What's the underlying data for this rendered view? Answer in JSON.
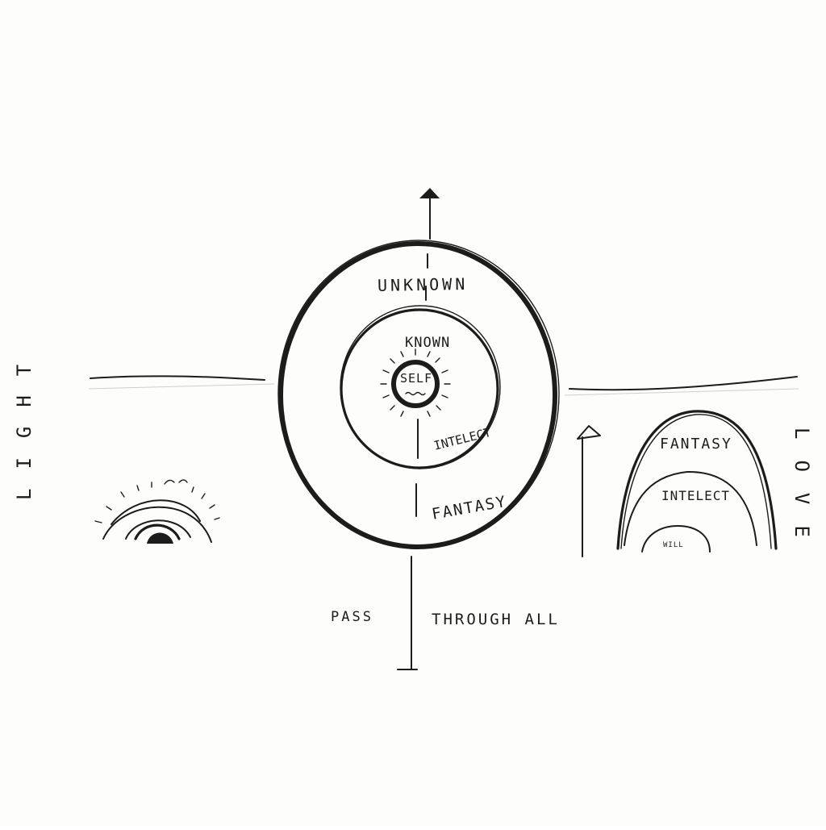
{
  "labels": {
    "unknown": "UNKNOWN",
    "known": "KNOWN",
    "self": "SELF",
    "intellect_center": "INTELECT",
    "fantasy_center": "FANTASY",
    "pass": "PASS",
    "through_all": "THROUGH ALL",
    "light": "LIGHT",
    "love": "LOVE",
    "fantasy_right": "FANTASY",
    "intellect_right": "INTELECT",
    "will_right": "WILL"
  },
  "colors": {
    "ink": "#1c1c1c",
    "paper": "#fdfdfc"
  }
}
